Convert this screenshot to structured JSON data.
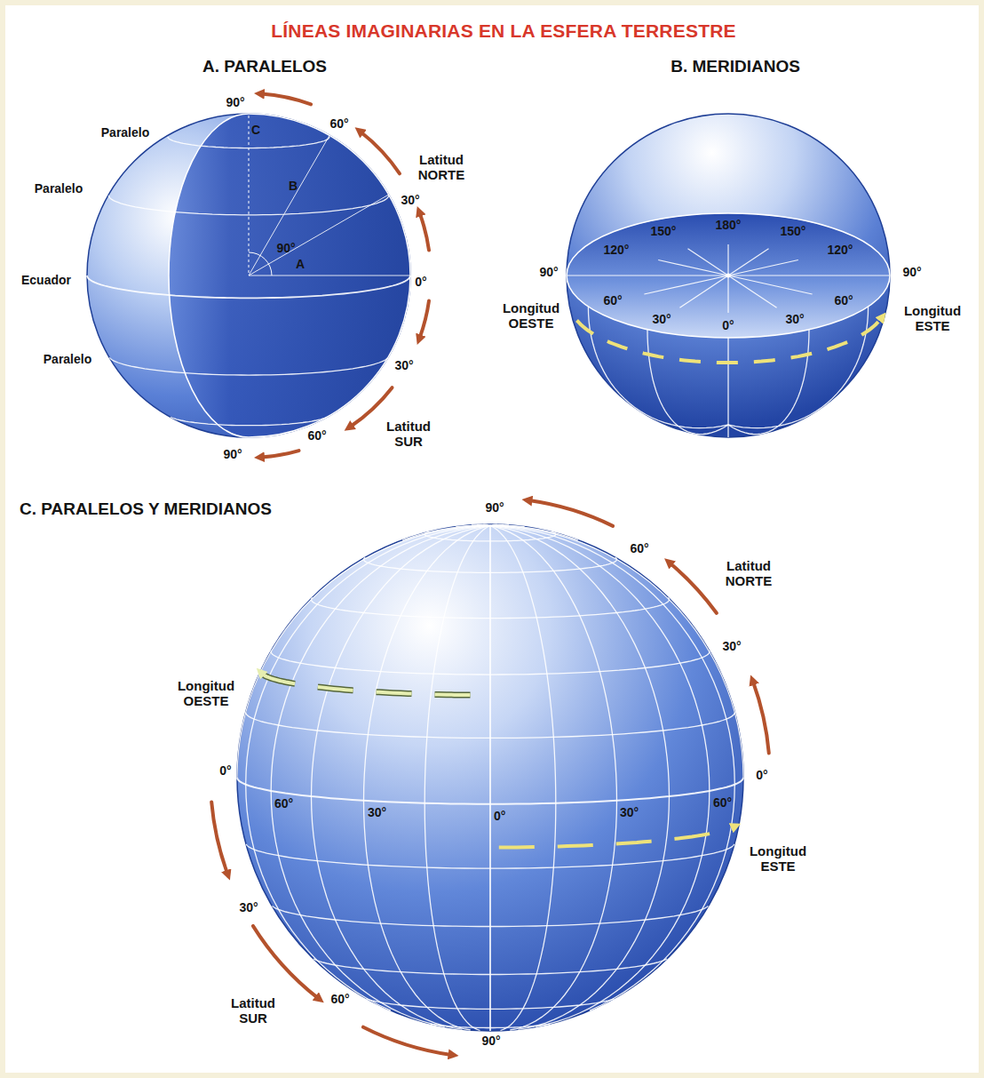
{
  "diagram": {
    "title": "LÍNEAS IMAGINARIAS EN LA ESFERA TERRESTRE",
    "labels": [
      "A. PARALELOS",
      "90°",
      "Paralelo",
      "C",
      "60°",
      "Latitud NORTE",
      "Paralelo",
      "B",
      "30°",
      "90°",
      "A",
      "Ecuador",
      "0°",
      "Paralelo",
      "30°",
      "Latitud SUR",
      "60°",
      "90°",
      "B. MERIDIANOS",
      "180°",
      "150°",
      "150°",
      "120°",
      "120°",
      "90°",
      "90°",
      "Longitud OESTE",
      "60°",
      "30°",
      "0°",
      "30°",
      "60°",
      "Longitud ESTE",
      "C. PARALELOS Y MERIDIANOS",
      "90°",
      "60°",
      "Latitud NORTE",
      "30°",
      "Longitud OESTE",
      "0°",
      "0°",
      "60°",
      "30°",
      "0°",
      "30°",
      "60°",
      "Longitud ESTE",
      "30°",
      "Latitud SUR",
      "60°",
      "90°"
    ]
  }
}
